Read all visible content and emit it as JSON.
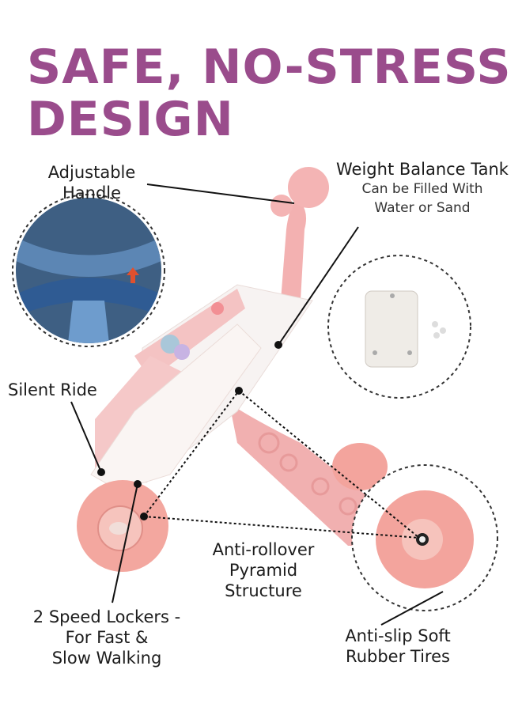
{
  "headline": {
    "line1": "SAFE, NO-STRESS",
    "line2": "DESIGN"
  },
  "callouts": {
    "handle": {
      "line1": "Adjustable",
      "line2": "Handle"
    },
    "tank": {
      "title": "Weight Balance Tank",
      "sub1": "Can be Filled With",
      "sub2": "Water or Sand"
    },
    "silent": {
      "text": "Silent Ride"
    },
    "pyramid": {
      "line1": "Anti-rollover",
      "line2": "Pyramid",
      "line3": "Structure"
    },
    "lockers": {
      "line1": "2 Speed Lockers -",
      "line2": "For Fast &",
      "line3": "Slow Walking"
    },
    "tires": {
      "line1": "Anti-slip Soft",
      "line2": "Rubber Tires"
    }
  },
  "colors": {
    "headline": "#9a4c8c",
    "walker_pink": "#f2b3b3",
    "wheel_pink": "#f4a6a0",
    "body_white": "#f7f3f2",
    "zoom_blue": "#3b6ea8"
  }
}
